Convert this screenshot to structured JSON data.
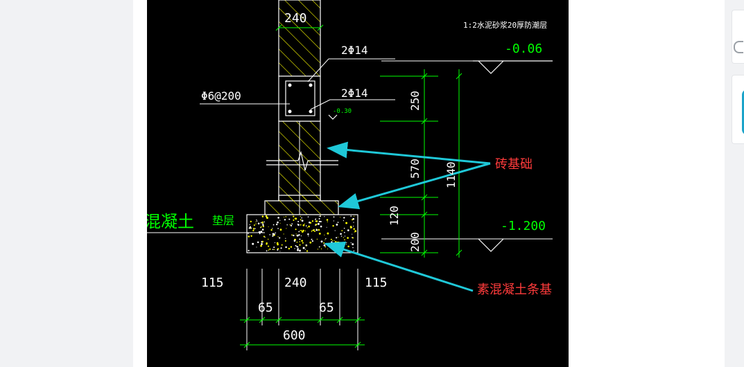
{
  "drawing": {
    "note_top": "1:2水泥砂浆20厚防潮层",
    "level_top": "-0.06",
    "level_bottom": "-1.200",
    "level_ring_beam": "-0.30",
    "wall_width": "240",
    "rebar_top": "2Φ14",
    "rebar_bottom": "2Φ14",
    "stirrup": "Φ6@200",
    "dim_250": "250",
    "dim_570": "570",
    "dim_120": "120",
    "dim_200": "200",
    "dim_1140": "1140",
    "label_brick_foundation": "砖基础",
    "label_concrete_strip": "素混凝土条基",
    "label_concrete_pad_left": "混凝土",
    "label_pad": "垫层",
    "dim_115_left": "115",
    "dim_240_bottom": "240",
    "dim_115_right": "115",
    "dim_65_left": "65",
    "dim_65_right": "65",
    "dim_600": "600"
  },
  "colors": {
    "cad_background": "#000000",
    "cad_lines": "#ffffff",
    "cad_dimension": "#00ff00",
    "cad_hatch": "#ffff00",
    "annotation_arrow": "#1fc8d8",
    "annotation_text": "#ff3b3b"
  }
}
